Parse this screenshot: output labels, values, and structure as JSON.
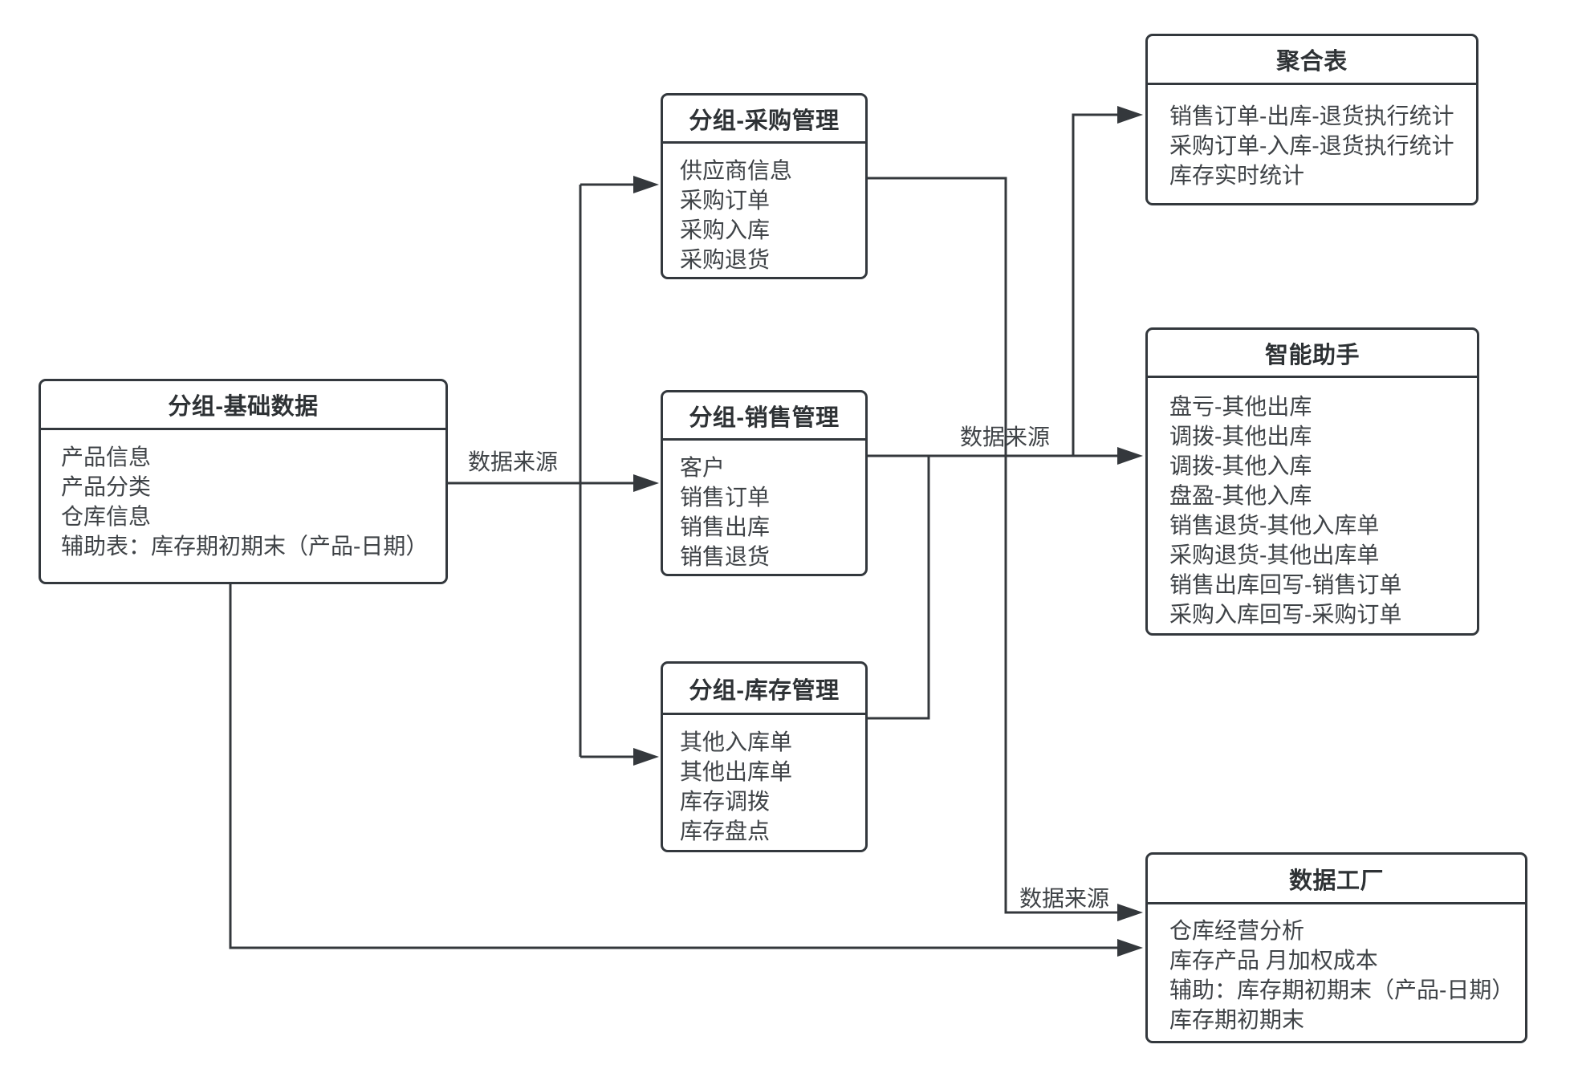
{
  "diagram": {
    "nodes": [
      {
        "title": "分组-基础数据",
        "items": [
          "产品信息",
          "产品分类",
          "仓库信息",
          "辅助表：库存期初期末（产品-日期）"
        ]
      },
      {
        "title": "分组-采购管理",
        "items": [
          "供应商信息",
          "采购订单",
          "采购入库",
          "采购退货"
        ]
      },
      {
        "title": "分组-销售管理",
        "items": [
          "客户",
          "销售订单",
          "销售出库",
          "销售退货"
        ]
      },
      {
        "title": "分组-库存管理",
        "items": [
          "其他入库单",
          "其他出库单",
          "库存调拨",
          "库存盘点"
        ]
      },
      {
        "title": "聚合表",
        "items": [
          "销售订单-出库-退货执行统计",
          "采购订单-入库-退货执行统计",
          "库存实时统计"
        ]
      },
      {
        "title": "智能助手",
        "items": [
          "盘亏-其他出库",
          "调拨-其他出库",
          "调拨-其他入库",
          "盘盈-其他入库",
          "销售退货-其他入库单",
          "采购退货-其他出库单",
          "销售出库回写-销售订单",
          "采购入库回写-采购订单"
        ]
      },
      {
        "title": "数据工厂",
        "items": [
          "仓库经营分析",
          "库存产品 月加权成本",
          "辅助：库存期初期末（产品-日期）",
          "库存期初期末"
        ]
      }
    ],
    "edge_labels": [
      {
        "text": "数据来源"
      },
      {
        "text": "数据来源"
      },
      {
        "text": "数据来源"
      }
    ],
    "colors": {
      "background": "#ffffff",
      "box_border": "#33383d",
      "connector": "#34383c",
      "body_text": "#3f4347",
      "title_text": "#2e3235"
    }
  }
}
